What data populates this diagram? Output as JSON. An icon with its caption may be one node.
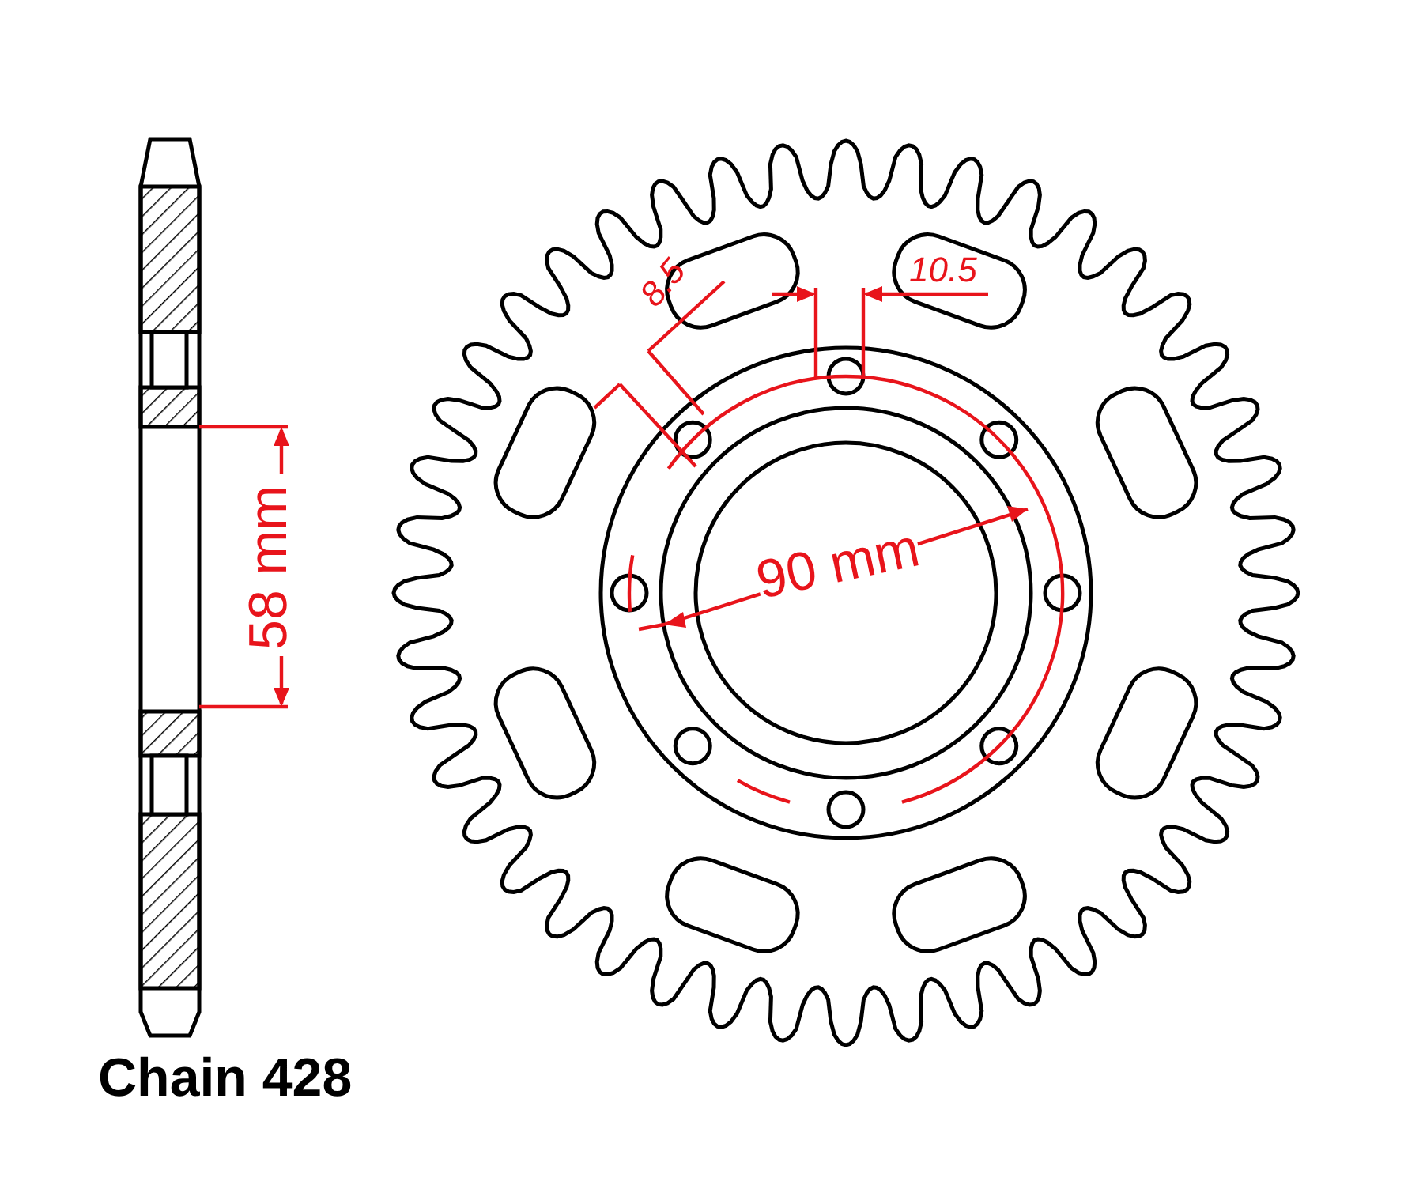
{
  "diagram": {
    "labels": [
      "8.5",
      "10.5",
      "90 mm",
      "58 mm",
      "Chain 428"
    ]
  }
}
